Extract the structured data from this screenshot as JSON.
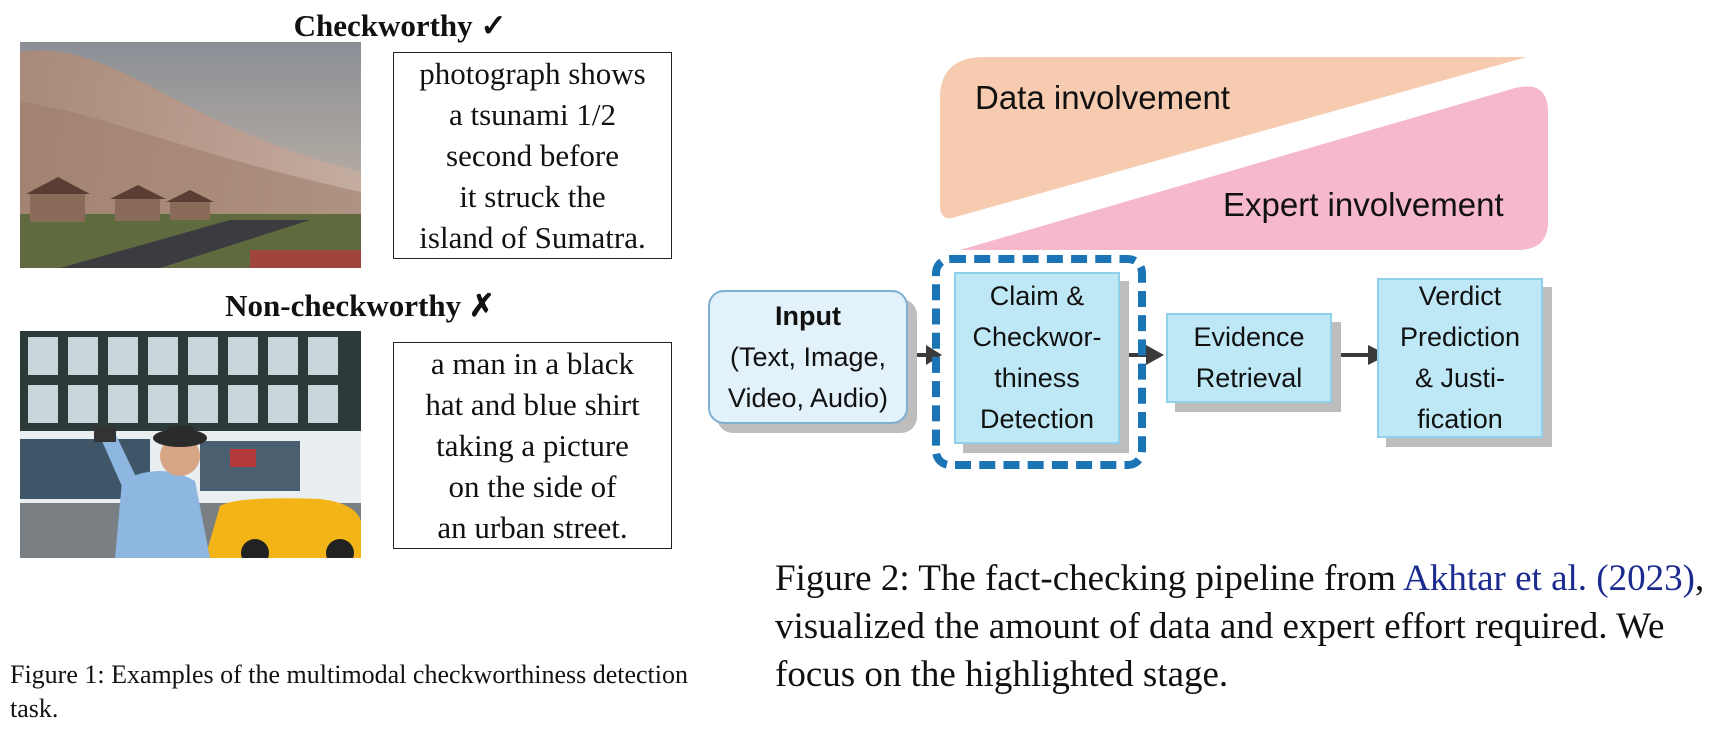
{
  "figure1": {
    "checkworthy": {
      "heading": "Checkworthy",
      "mark": "✓",
      "caption_lines": [
        "photograph shows",
        "a tsunami 1/2",
        "second before",
        "it struck the",
        "island of Sumatra."
      ]
    },
    "non_checkworthy": {
      "heading": "Non-checkworthy",
      "mark": "✗",
      "caption_lines": [
        "a man in a black",
        "hat and blue shirt",
        "taking a picture",
        "on the side of",
        "an urban street."
      ]
    },
    "caption": "Figure 1: Examples of the multimodal checkworthiness detection task."
  },
  "figure2": {
    "data_involvement": "Data involvement",
    "expert_involvement": "Expert involvement",
    "stages": {
      "input": {
        "title": "Input",
        "lines": [
          "(Text, Image,",
          "Video, Audio)"
        ]
      },
      "claim": {
        "lines": [
          "Claim &",
          "Checkwor-",
          "thiness",
          "Detection"
        ]
      },
      "evidence": {
        "lines": [
          "Evidence",
          "Retrieval"
        ]
      },
      "verdict": {
        "lines": [
          "Verdict",
          "Prediction",
          "& Justi-",
          "fication"
        ]
      }
    },
    "caption_prefix": "Figure 2: The fact-checking pipeline from ",
    "citation_authors": "Akhtar et al.",
    "citation_year": "(2023)",
    "caption_suffix": ", visualized the amount of data and expert effort required. We focus on the highlighted stage.",
    "colors": {
      "data_wedge": "#f7cbb0",
      "expert_wedge": "#f6b8cd",
      "stage_fill": "#bfe8f6",
      "highlight_border": "#1a74b5",
      "citation": "#1b2a8f"
    }
  }
}
